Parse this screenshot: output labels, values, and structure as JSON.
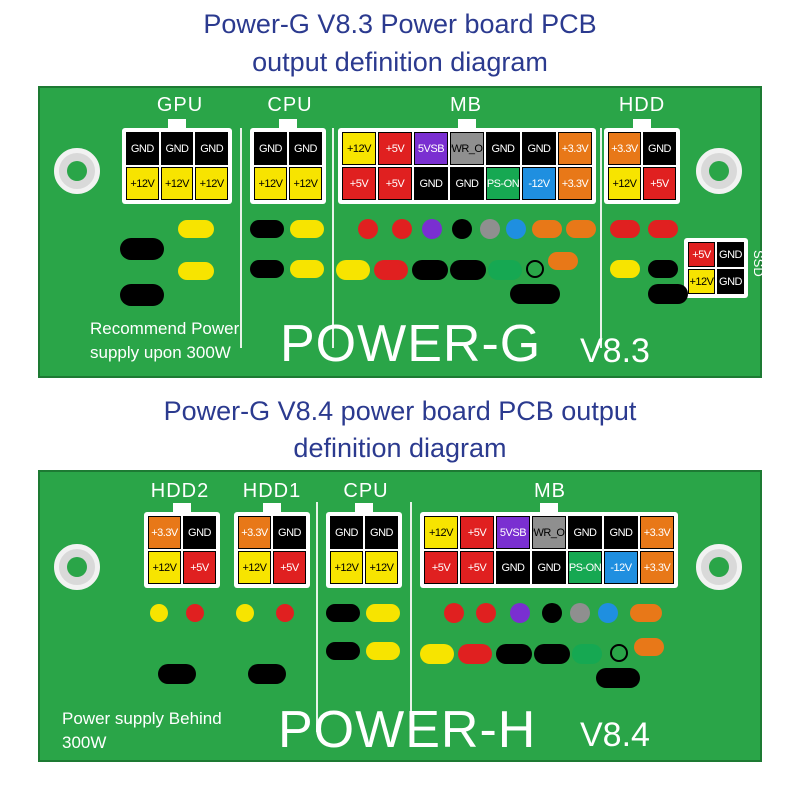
{
  "colors": {
    "black": "#000000",
    "yellow": "#f7e400",
    "red": "#e02020",
    "purple": "#7a2fd1",
    "grey": "#8f8f8f",
    "green": "#16a852",
    "blue": "#1f8fe0",
    "orange": "#e87818",
    "board": "#2aa548"
  },
  "top": {
    "title_line1": "Power-G V8.3 Power board PCB",
    "title_line2": "output definition diagram",
    "labels": {
      "gpu": "GPU",
      "cpu": "CPU",
      "mb": "MB",
      "hdd": "HDD",
      "ssd": "SSD"
    },
    "gpu_pins": [
      [
        "GND",
        "GND",
        "GND"
      ],
      [
        "+12V",
        "+12V",
        "+12V"
      ]
    ],
    "cpu_pins": [
      [
        "GND",
        "GND"
      ],
      [
        "+12V",
        "+12V"
      ]
    ],
    "mb_pins": [
      [
        "+12V",
        "+5V",
        "5VSB",
        "PWR_OK",
        "GND",
        "GND",
        "+3.3V"
      ],
      [
        "+5V",
        "+5V",
        "GND",
        "GND",
        "PS-ON",
        "-12V",
        "+3.3V"
      ]
    ],
    "hdd_pins": [
      [
        "+3.3V",
        "GND"
      ],
      [
        "+12V",
        "+5V"
      ]
    ],
    "ssd_pins": [
      [
        "+5V",
        "GND"
      ],
      [
        "+12V",
        "GND"
      ]
    ],
    "brand": "POWER-G",
    "version": "V8.3",
    "note_line1": "Recommend Power",
    "note_line2": "supply upon 300W"
  },
  "bottom": {
    "title_line1": "Power-G V8.4 power board PCB output",
    "title_line2": "definition diagram",
    "labels": {
      "hdd2": "HDD2",
      "hdd1": "HDD1",
      "cpu": "CPU",
      "mb": "MB"
    },
    "hdd2_pins": [
      [
        "+3.3V",
        "GND"
      ],
      [
        "+12V",
        "+5V"
      ]
    ],
    "hdd1_pins": [
      [
        "+3.3V",
        "GND"
      ],
      [
        "+12V",
        "+5V"
      ]
    ],
    "cpu_pins": [
      [
        "GND",
        "GND"
      ],
      [
        "+12V",
        "+12V"
      ]
    ],
    "mb_pins": [
      [
        "+12V",
        "+5V",
        "5VSB",
        "PWR_OK",
        "GND",
        "GND",
        "+3.3V"
      ],
      [
        "+5V",
        "+5V",
        "GND",
        "GND",
        "PS-ON",
        "-12V",
        "+3.3V"
      ]
    ],
    "brand": "POWER-H",
    "version": "V8.4",
    "note_line1": "Power supply Behind",
    "note_line2": "300W"
  }
}
